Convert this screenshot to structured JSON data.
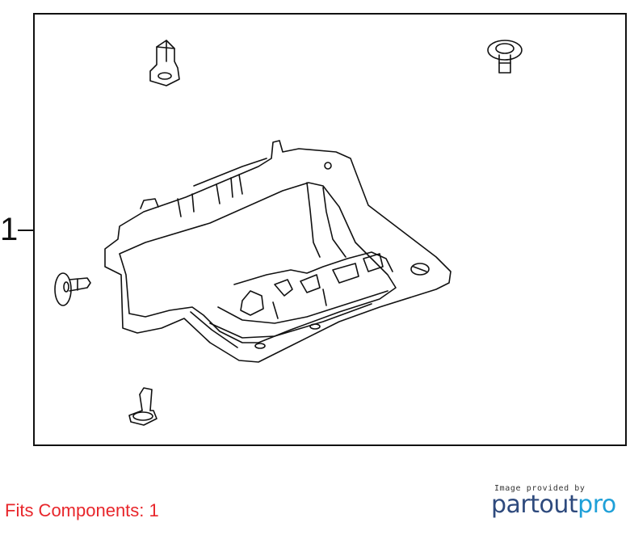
{
  "diagram": {
    "callout_number": "1"
  },
  "footer": {
    "fits_components": "Fits Components: 1",
    "credit_text": "Image provided by",
    "logo_part1": "partout",
    "logo_part2": "pro"
  },
  "colors": {
    "frame": "#111111",
    "fits_text": "#e8262b",
    "logo_primary": "#2e4a7d",
    "logo_accent": "#1fa0d8"
  },
  "icons": [
    "push-clip-icon",
    "retainer-clip-icon",
    "grommet-icon",
    "glove-box-housing-icon"
  ]
}
